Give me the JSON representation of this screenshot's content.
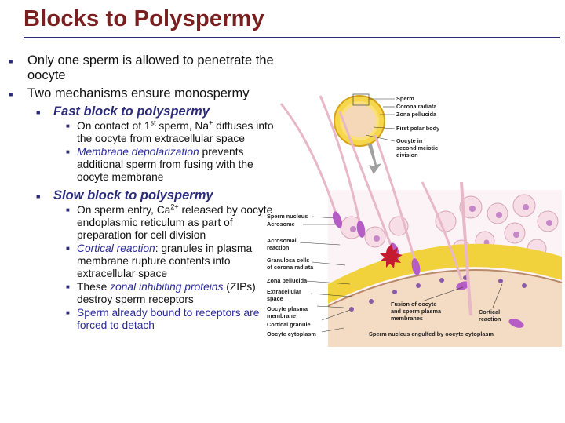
{
  "slide": {
    "title": "Blocks to Polyspermy"
  },
  "bullets": {
    "b1": "Only one sperm is allowed to penetrate the oocyte",
    "b2": "Two mechanisms ensure monospermy",
    "fast": {
      "heading": "Fast block to polyspermy",
      "s1_a": "On contact of 1",
      "s1_sup": "st",
      "s1_b": " sperm, Na",
      "s1_sup2": "+",
      "s1_c": " diffuses into the oocyte from extracellular space",
      "s2_em": "Membrane depolarization",
      "s2_rest": " prevents additional sperm from fusing with the oocyte membrane"
    },
    "slow": {
      "heading": "Slow block to polyspermy",
      "s1_a": "On sperm entry, Ca",
      "s1_sup": "2+",
      "s1_b": " released by oocyte endoplasmic reticulum as part of preparation for cell division",
      "s2_em": "Cortical reaction",
      "s2_rest": ": granules in plasma membrane rupture contents into extracellular space",
      "s3_a": "These ",
      "s3_em": "zonal inhibiting proteins",
      "s3_b": " (ZIPs) destroy sperm receptors",
      "s4": "Sperm already bound to receptors are forced to detach"
    }
  },
  "diagram": {
    "labels": {
      "sperm": "Sperm",
      "corona_radiata": "Corona radiata",
      "zona_pellucida_top": "Zona pellucida",
      "first_polar_body": "First polar body",
      "oocyte_1": "Oocyte in",
      "oocyte_2": "second meiotic",
      "oocyte_3": "division",
      "sperm_nucleus": "Sperm nucleus",
      "acrosome": "Acrosome",
      "acrosomal_1": "Acrosomal",
      "acrosomal_2": "reaction",
      "granulosa_1": "Granulosa cells",
      "granulosa_2": "of corona radiata",
      "zona_pellucida": "Zona pellucida",
      "extracellular_1": "Extracellular",
      "extracellular_2": "space",
      "oocyte_plasma_1": "Oocyte plasma",
      "oocyte_plasma_2": "membrane",
      "cortical_granule": "Cortical granule",
      "oocyte_cytoplasm": "Oocyte cytoplasm",
      "fusion_1": "Fusion of oocyte",
      "fusion_2": "and sperm plasma",
      "fusion_3": "membranes",
      "cortical_r_1": "Cortical",
      "cortical_r_2": "reaction",
      "engulfed": "Sperm nucleus engulfed by oocyte cytoplasm"
    },
    "colors": {
      "zona": "#f1d23c",
      "cytoplasm": "#f4dcc4",
      "cells": "#f6dde6",
      "sperm_head": "#b65cc6",
      "acrosome_burst": "#c51b2e"
    }
  }
}
